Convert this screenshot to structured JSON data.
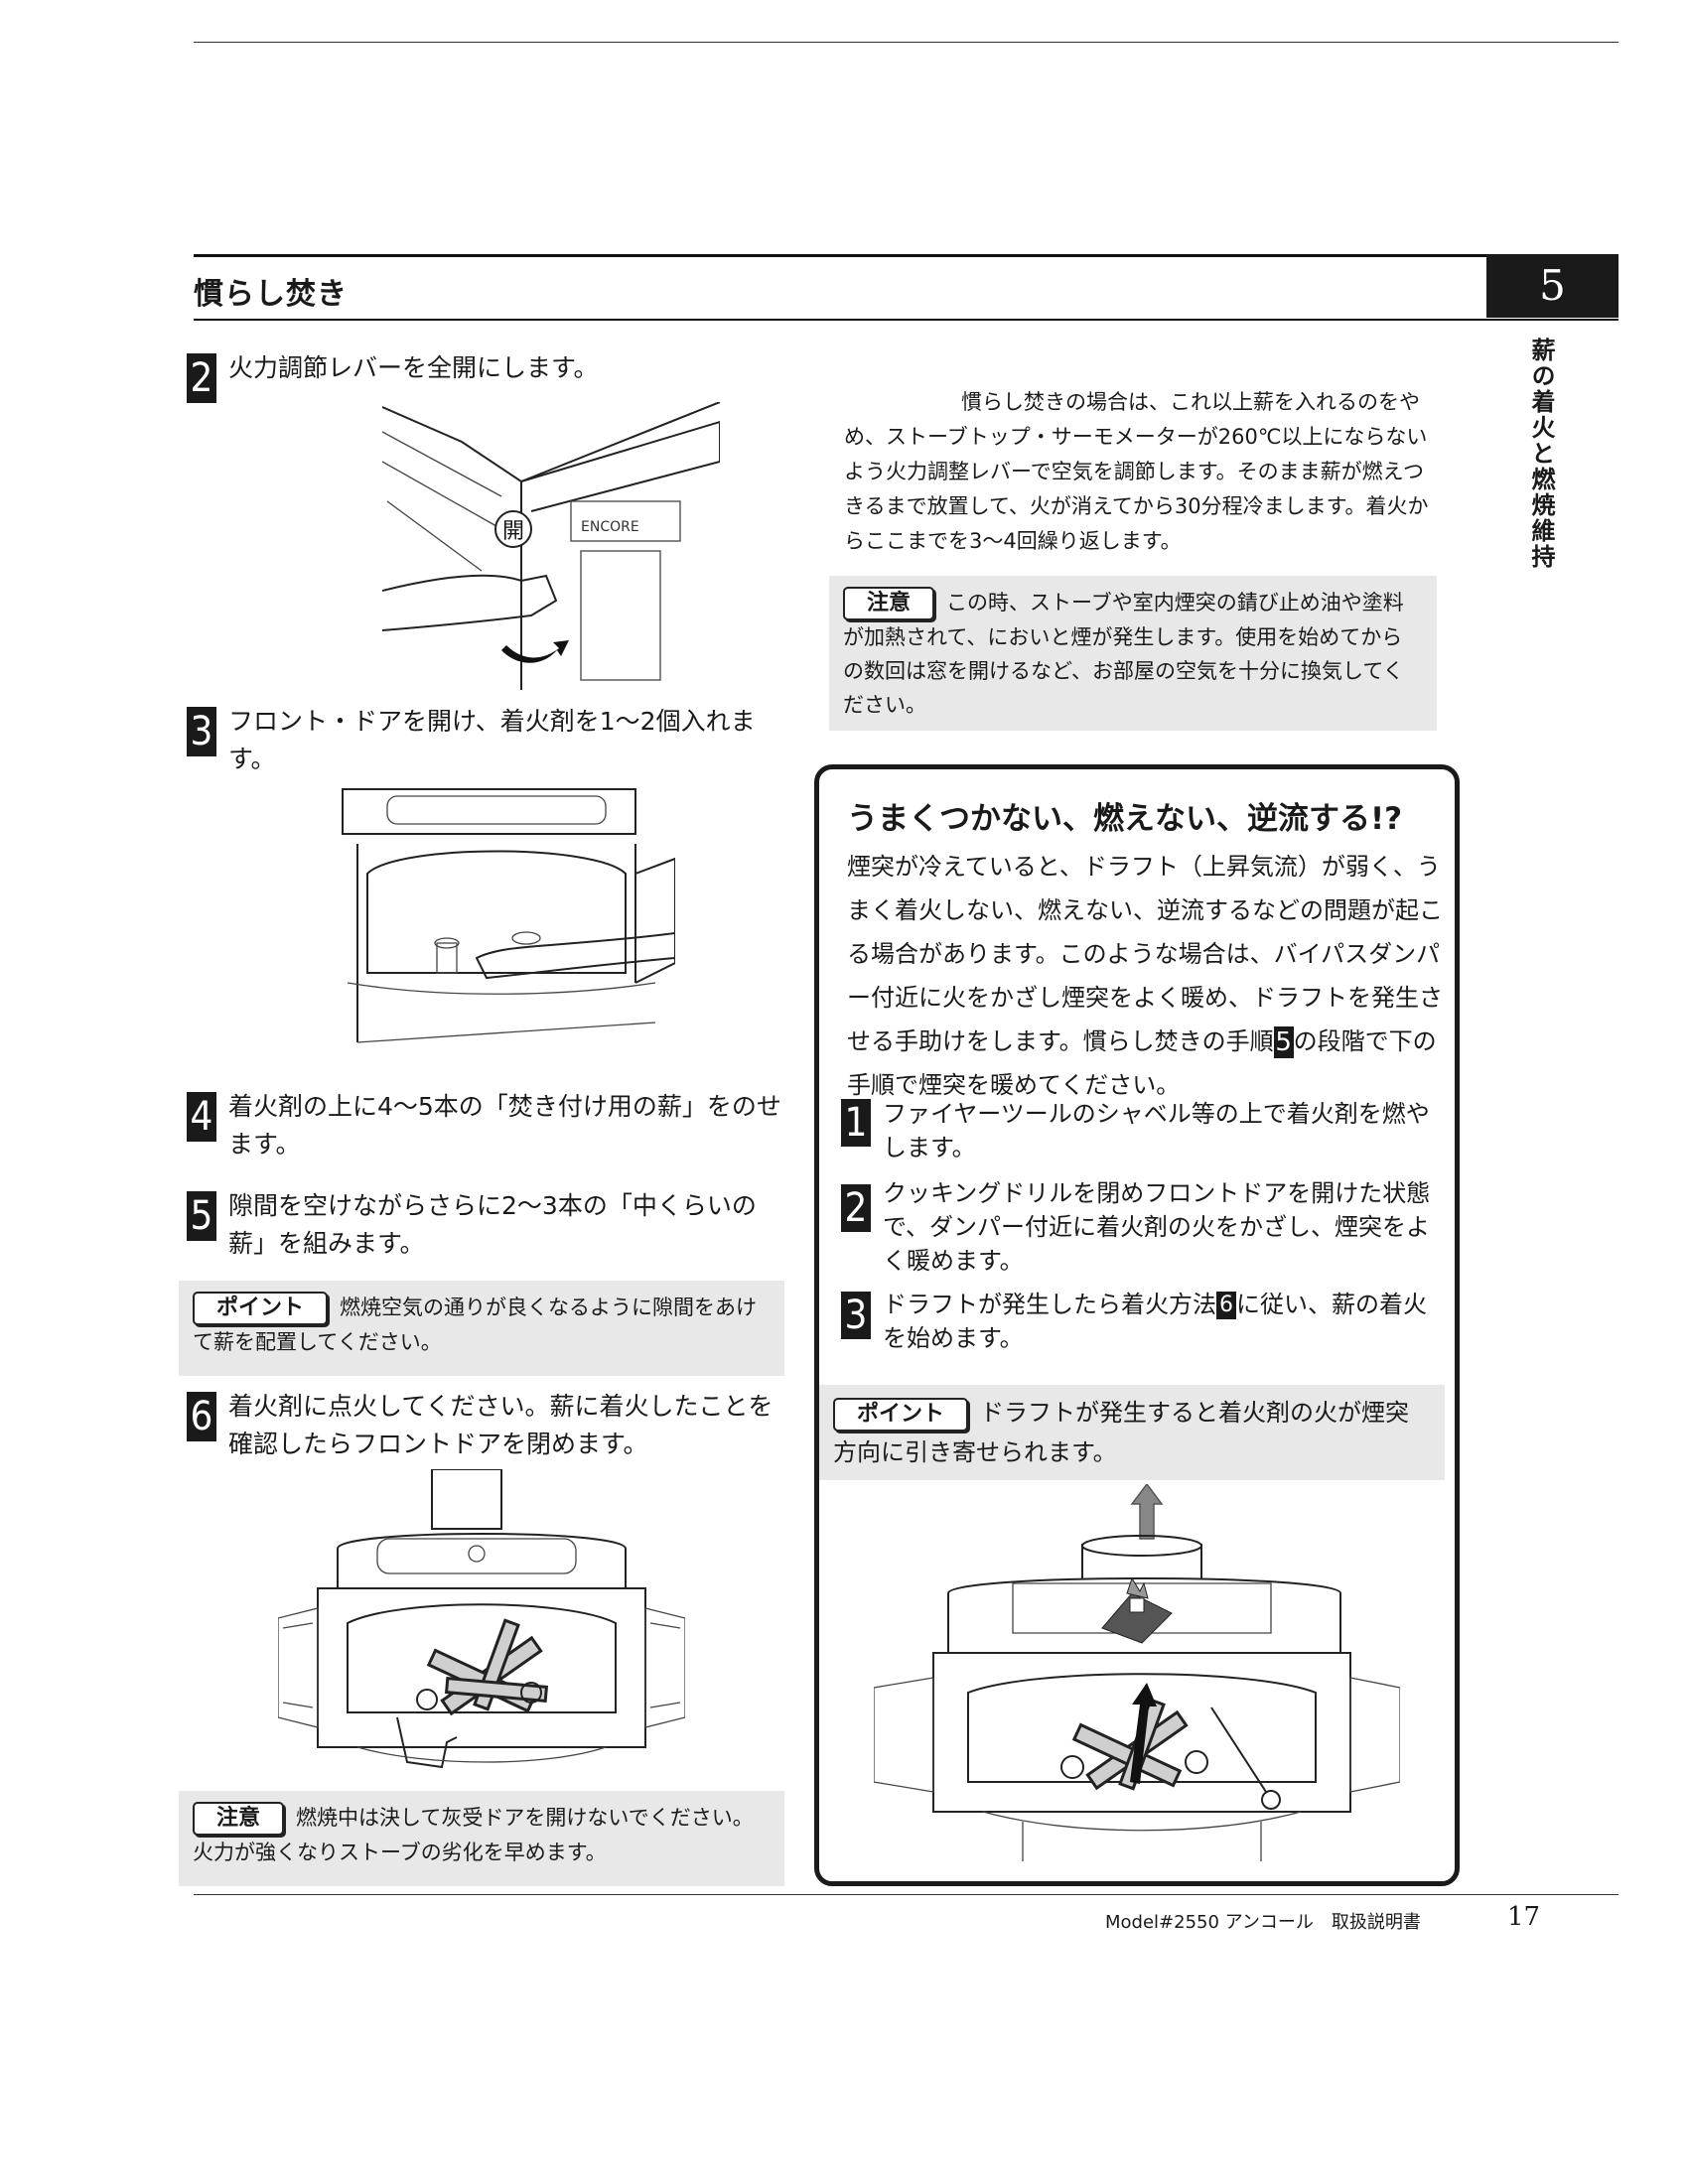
{
  "header": {
    "section_title": "慣らし焚き",
    "chapter_number": "5",
    "side_title": "薪の着火と燃焼維持"
  },
  "steps_left": [
    {
      "num": "2",
      "text": "火力調節レバーを全開にします。"
    },
    {
      "num": "3",
      "text": "フロント・ドアを開け、着火剤を1〜2個入れます。"
    },
    {
      "num": "4",
      "text": "着火剤の上に4〜5本の「焚き付け用の薪」をのせます。"
    },
    {
      "num": "5",
      "text": "隙間を空けながらさらに2〜3本の「中くらいの薪」を組みます。"
    },
    {
      "num": "6",
      "text": "着火剤に点火してください。薪に着火したことを確認したらフロントドアを閉めます。"
    }
  ],
  "illustration_labels": {
    "open_mark": "開",
    "brand": "ENCORE"
  },
  "point_left": {
    "label": "ポイント",
    "text": "燃焼空気の通りが良くなるように隙間をあけて薪を配置してください。"
  },
  "caution_bottom": {
    "label": "注意",
    "text": "燃焼中は決して灰受ドアを開けないでください。火力が強くなりストーブの劣化を早めます。"
  },
  "right_paragraph": "慣らし焚きの場合は、これ以上薪を入れるのをやめ、ストーブトップ・サーモメーターが260℃以上にならないよう火力調整レバーで空気を調節します。そのまま薪が燃えつきるまで放置して、火が消えてから30分程冷まします。着火からここまでを3〜4回繰り返します。",
  "caution_right": {
    "label": "注意",
    "text": "この時、ストーブや室内煙突の錆び止め油や塗料が加熱されて、においと煙が発生します。使用を始めてからの数回は窓を開けるなど、お部屋の空気を十分に換気してください。"
  },
  "trouble": {
    "title": "うまくつかない、燃えない、逆流する!?",
    "body_before": "煙突が冷えていると、ドラフト（上昇気流）が弱く、うまく着火しない、燃えない、逆流するなどの問題が起こる場合があります。このような場合は、バイパスダンパー付近に火をかざし煙突をよく暖め、ドラフトを発生させる手助けをします。慣らし焚きの手順",
    "body_num": "5",
    "body_after": "の段階で下の手順で煙突を暖めてください。",
    "steps": [
      {
        "num": "1",
        "text": "ファイヤーツールのシャベル等の上で着火剤を燃やします。"
      },
      {
        "num": "2",
        "text": "クッキングドリルを閉めフロントドアを開けた状態で、ダンパー付近に着火剤の火をかざし、煙突をよく暖めます。"
      },
      {
        "num": "3",
        "text_before": "ドラフトが発生したら着火方法",
        "ref": "6",
        "text_after": "に従い、薪の着火を始めます。"
      }
    ],
    "point": {
      "label": "ポイント",
      "text": "ドラフトが発生すると着火剤の火が煙突方向に引き寄せられます。"
    }
  },
  "footer": {
    "model": "Model#2550 アンコール　取扱説明書",
    "page": "17"
  }
}
